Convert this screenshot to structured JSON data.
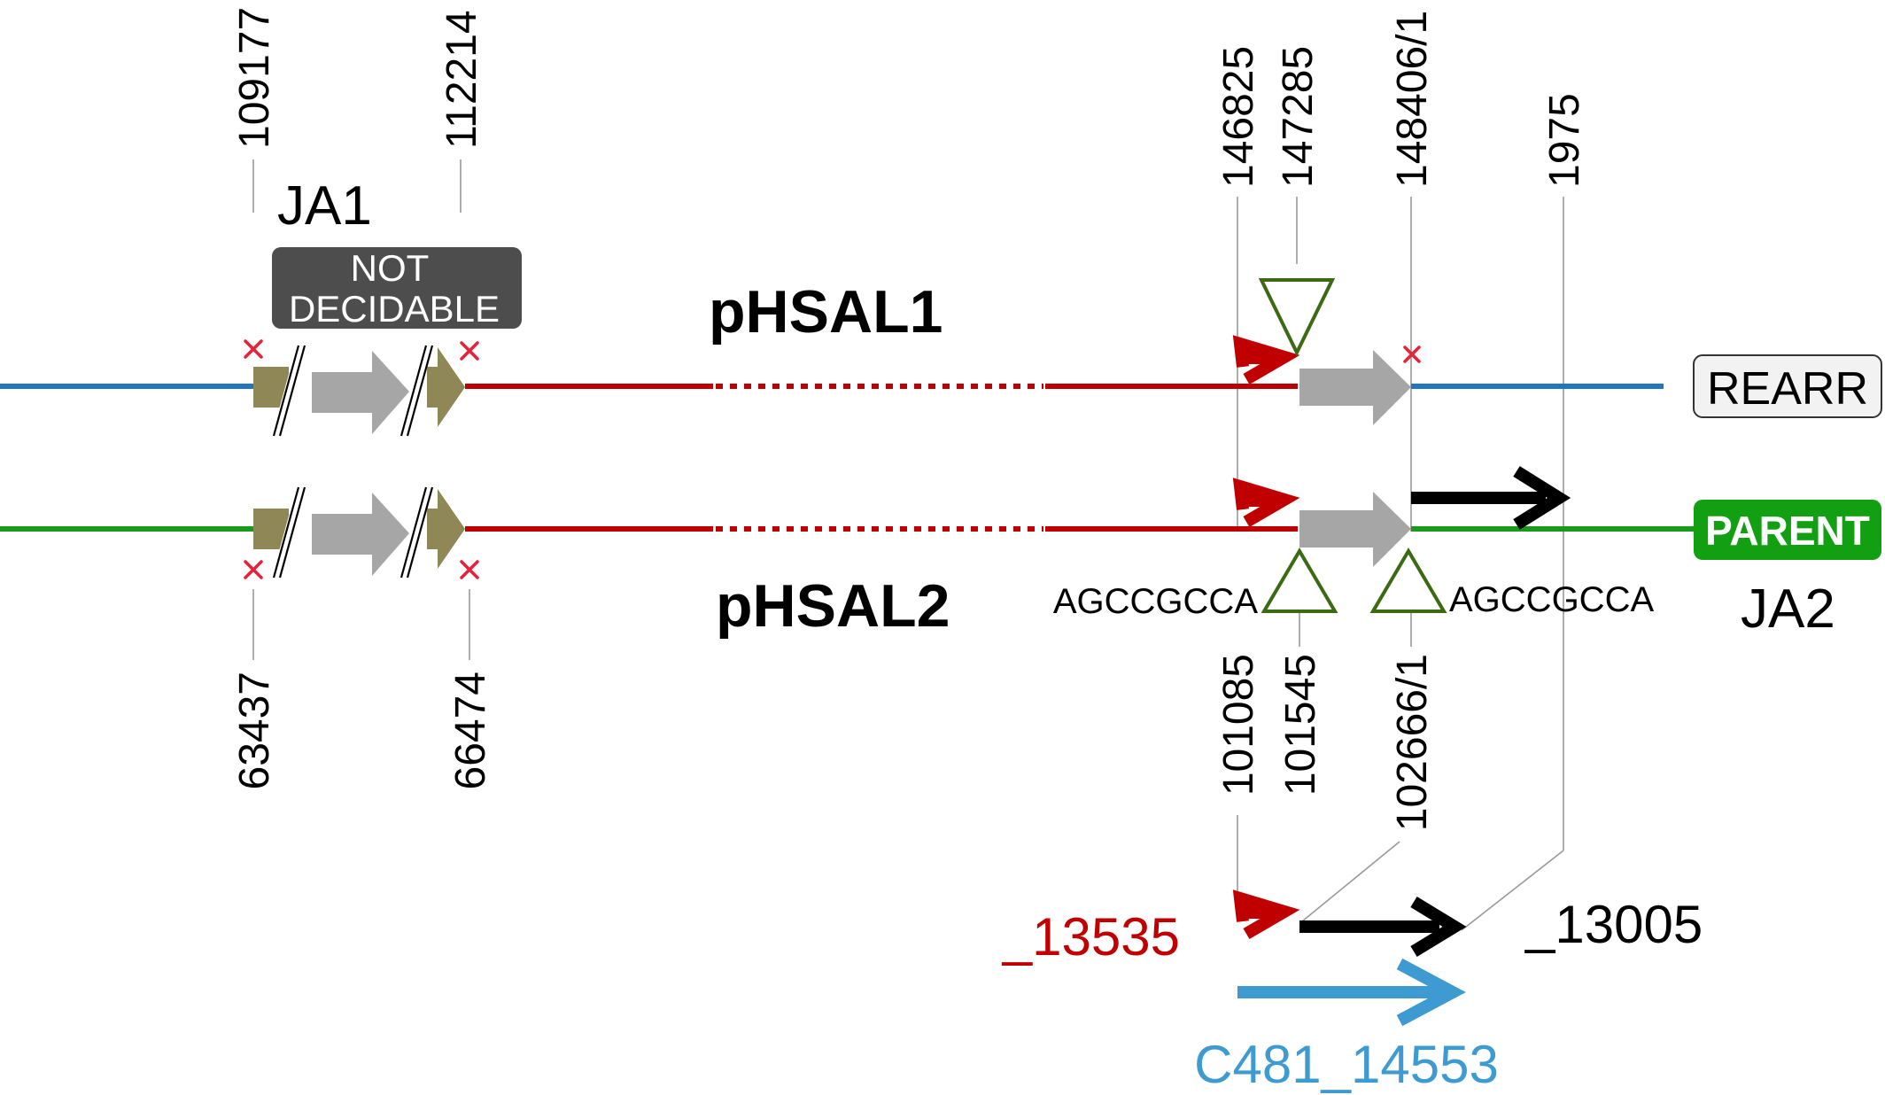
{
  "strains": {
    "top": "JA1",
    "bottom": "JA2"
  },
  "plasmids": {
    "top": "pHSAL1",
    "bottom": "pHSAL2"
  },
  "status_box": {
    "line1": "NOT",
    "line2": "DECIDABLE"
  },
  "track_labels": {
    "rearr": "REARR",
    "parent": "PARENT"
  },
  "top_coordinates": [
    "109177",
    "112214",
    "146825",
    "147285",
    "148406/1",
    "1975"
  ],
  "bottom_coordinates": [
    "63437",
    "66474",
    "101085",
    "101545",
    "102666/1"
  ],
  "sequences": {
    "left": "AGCCGCCA",
    "right": "AGCCGCCA"
  },
  "contigs": {
    "red": "_13535",
    "black": "_13005",
    "blue": "C481_14553"
  },
  "colors": {
    "rearr_line": "#1f77c4",
    "parent_line": "#1a9a1a",
    "plasmid_line": "#c00000",
    "gene_olive": "#8f8755",
    "gene_gray": "#a6a6a6",
    "triangle": "#3c6a12",
    "red_arrow": "#c00000",
    "black_arrow": "#000000",
    "blue_arrow": "#3d9bd1",
    "not_decidable_bg": "#4d4d4d",
    "parent_bg": "#12a012"
  }
}
